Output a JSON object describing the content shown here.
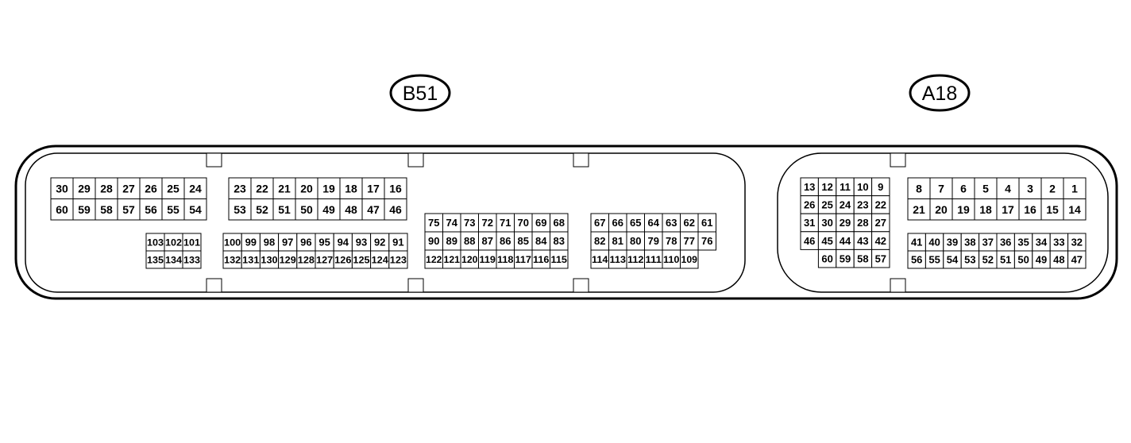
{
  "colors": {
    "line": "#000000",
    "background": "#ffffff"
  },
  "connectors": [
    {
      "id": "b51",
      "label": "B51"
    },
    {
      "id": "a18",
      "label": "A18"
    }
  ],
  "pin_blocks": [
    {
      "id": "b51-left-top",
      "rows": [
        [
          "30",
          "29",
          "28",
          "27",
          "26",
          "25",
          "24"
        ],
        [
          "60",
          "59",
          "58",
          "57",
          "56",
          "55",
          "54"
        ]
      ]
    },
    {
      "id": "b51-left-mid",
      "rows": [
        [
          "23",
          "22",
          "21",
          "20",
          "19",
          "18",
          "17",
          "16"
        ],
        [
          "53",
          "52",
          "51",
          "50",
          "49",
          "48",
          "47",
          "46"
        ]
      ]
    },
    {
      "id": "b51-small",
      "rows": [
        [
          "103",
          "102",
          "101"
        ],
        [
          "135",
          "134",
          "133"
        ]
      ]
    },
    {
      "id": "b51-mid-low",
      "rows": [
        [
          "100",
          "99",
          "98",
          "97",
          "96",
          "95",
          "94",
          "93",
          "92",
          "91"
        ],
        [
          "132",
          "131",
          "130",
          "129",
          "128",
          "127",
          "126",
          "125",
          "124",
          "123"
        ]
      ]
    },
    {
      "id": "b51-center",
      "rows": [
        [
          "75",
          "74",
          "73",
          "72",
          "71",
          "70",
          "69",
          "68"
        ],
        [
          "90",
          "89",
          "88",
          "87",
          "86",
          "85",
          "84",
          "83"
        ],
        [
          "122",
          "121",
          "120",
          "119",
          "118",
          "117",
          "116",
          "115"
        ]
      ]
    },
    {
      "id": "b51-right",
      "rows": [
        [
          "67",
          "66",
          "65",
          "64",
          "63",
          "62",
          "61"
        ],
        [
          "82",
          "81",
          "80",
          "79",
          "78",
          "77",
          "76"
        ],
        [
          "114",
          "113",
          "112",
          "111",
          "110",
          "109",
          ""
        ]
      ]
    },
    {
      "id": "a18-left",
      "rows": [
        [
          "13",
          "12",
          "11",
          "10",
          "9"
        ],
        [
          "26",
          "25",
          "24",
          "23",
          "22"
        ],
        [
          "31",
          "30",
          "29",
          "28",
          "27"
        ],
        [
          "46",
          "45",
          "44",
          "43",
          "42"
        ],
        [
          "",
          "60",
          "59",
          "58",
          "57"
        ]
      ]
    },
    {
      "id": "a18-right-top",
      "rows": [
        [
          "8",
          "7",
          "6",
          "5",
          "4",
          "3",
          "2",
          "1"
        ],
        [
          "21",
          "20",
          "19",
          "18",
          "17",
          "16",
          "15",
          "14"
        ]
      ]
    },
    {
      "id": "a18-right-low",
      "rows": [
        [
          "41",
          "40",
          "39",
          "38",
          "37",
          "36",
          "35",
          "34",
          "33",
          "32"
        ],
        [
          "56",
          "55",
          "54",
          "53",
          "52",
          "51",
          "50",
          "49",
          "48",
          "47"
        ]
      ]
    }
  ]
}
